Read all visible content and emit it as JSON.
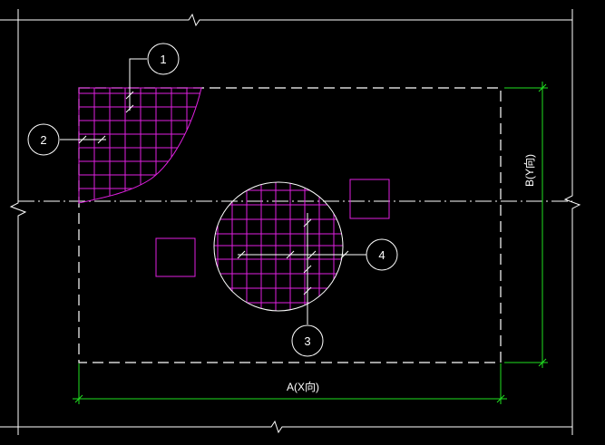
{
  "drawing": {
    "background": "#000000",
    "colors": {
      "outline": "#ffffff",
      "rebar": "#e020e0",
      "dimension": "#20e020"
    },
    "callouts": [
      {
        "id": "callout-1",
        "label": "1"
      },
      {
        "id": "callout-2",
        "label": "2"
      },
      {
        "id": "callout-3",
        "label": "3"
      },
      {
        "id": "callout-4",
        "label": "4"
      }
    ],
    "dimension_x": {
      "label": "A(X向)"
    },
    "dimension_y": {
      "label": "B(Y向)"
    }
  }
}
